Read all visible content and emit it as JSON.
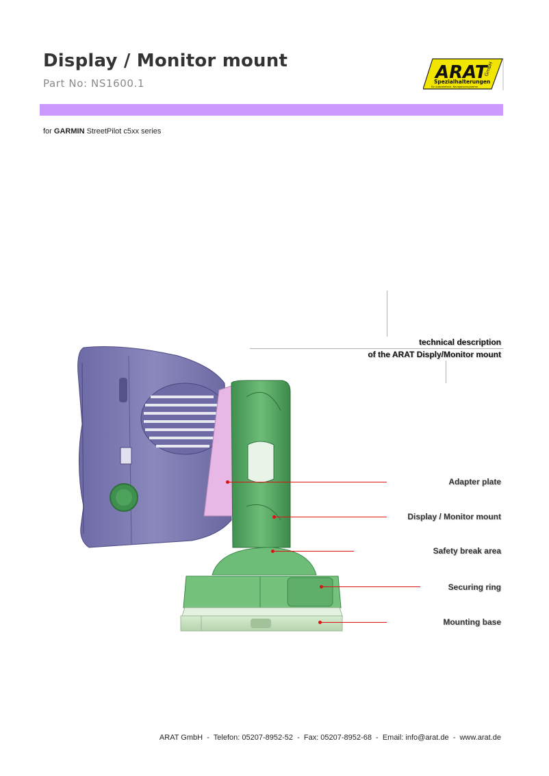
{
  "header": {
    "title": "Display / Monitor mount",
    "part_no": "Part No: NS1600.1"
  },
  "logo": {
    "brand": "ARAT",
    "suffix": "GmbH",
    "tagline": "Spezialhalterungen",
    "subtagline": "für Autotelefone, Navigationssysteme"
  },
  "intro": {
    "prefix": "for",
    "brand": "GARMIN",
    "model": "StreetPilot c5xx series"
  },
  "description": {
    "line1": "technical description",
    "line2": "of the ARAT Disply/Monitor mount"
  },
  "callouts": [
    {
      "label": "Adapter plate"
    },
    {
      "label": "Display / Monitor mount"
    },
    {
      "label": "Safety break area"
    },
    {
      "label": "Securing ring"
    },
    {
      "label": "Mounting base"
    }
  ],
  "footer": {
    "text": "ARAT GmbH  -  Telefon: 05207-8952-52  -  Fax: 05207-8952-68  -  Email: info@arat.de  -  www.arat.de"
  },
  "colors": {
    "band": "#cc99ff",
    "leader": "#dd1111",
    "logo_yellow": "#f2e600",
    "device_purple": "#7b78ad",
    "mount_green": "#5fae6a",
    "adapter_pink": "#e7b7e6"
  }
}
